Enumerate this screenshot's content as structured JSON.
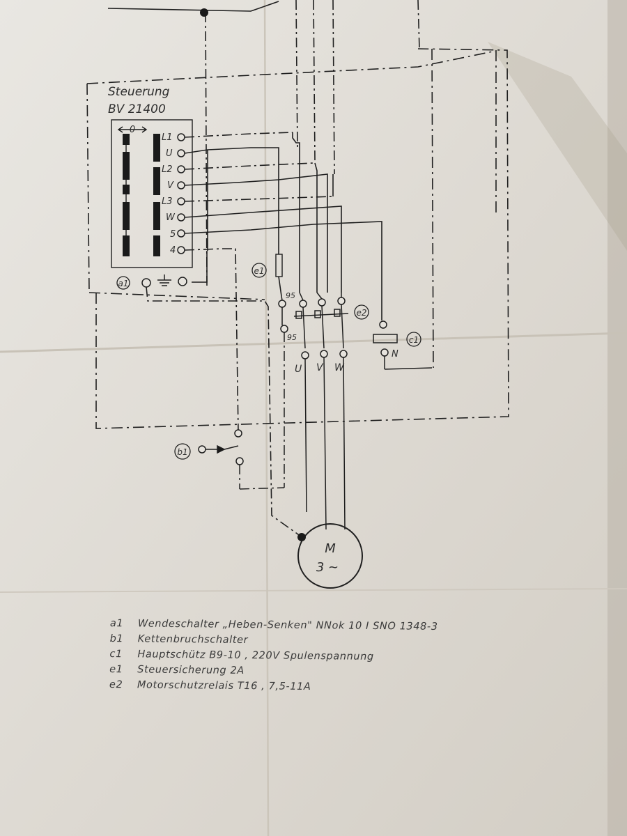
{
  "controller": {
    "title": "Steuerung",
    "model": "BV 21400",
    "switch_indicator": "0",
    "terminals": [
      "L1",
      "U",
      "L2",
      "V",
      "L3",
      "W",
      "5",
      "4"
    ],
    "tag": "a1"
  },
  "labels": {
    "e1": "e1",
    "e2": "e2",
    "c1": "c1",
    "b1": "b1",
    "relay_contact_top": "95",
    "relay_contact_bottom": "95",
    "outputs": [
      "U",
      "V",
      "W"
    ],
    "neutral": "N",
    "motor_letter": "M",
    "motor_type": "3 ~"
  },
  "legend": [
    {
      "key": "a1",
      "text": "Wendeschalter „Heben-Senken\"   NNok 10 I  SNO 1348-3"
    },
    {
      "key": "b1",
      "text": "Kettenbruchschalter"
    },
    {
      "key": "c1",
      "text": "Hauptschütz B9-10 , 220V  Spulenspannung"
    },
    {
      "key": "e1",
      "text": "Steuersicherung    2A"
    },
    {
      "key": "e2",
      "text": "Motorschutzrelais T16 ,   7,5-11A"
    }
  ]
}
